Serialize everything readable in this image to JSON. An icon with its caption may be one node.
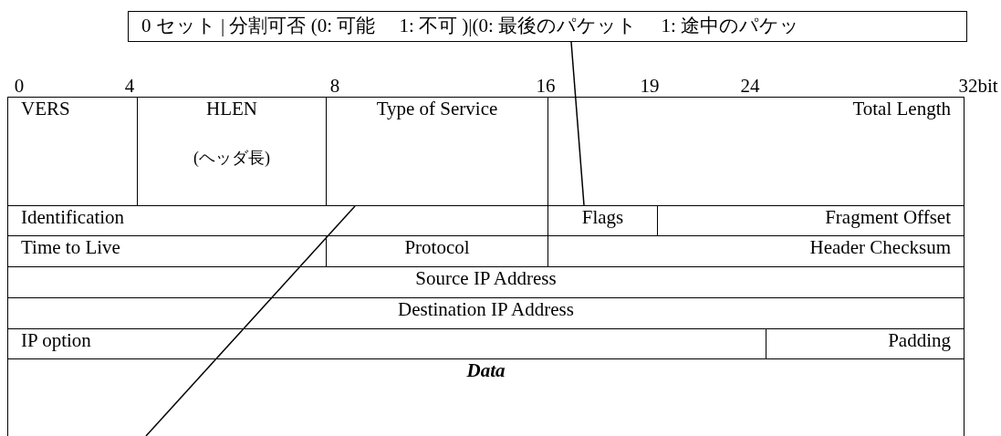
{
  "diagram": {
    "nodes": [
      {
        "text": [
          "0 セット | 分割可否 (0: 可能　 1: 不可 )|(0: 最後のパケット　 1: 途中のパケッ"
        ]
      },
      {
        "text": [
          "VERS"
        ]
      },
      {
        "text": [
          "HLEN",
          "(ヘッダ長)"
        ]
      },
      {
        "text": [
          "Type of Service"
        ]
      },
      {
        "text": [
          "Total Length"
        ]
      },
      {
        "text": [
          "Identification"
        ]
      },
      {
        "text": [
          "Flags"
        ]
      },
      {
        "text": [
          "Fragment Offset"
        ]
      },
      {
        "text": [
          "Time to Live"
        ]
      },
      {
        "text": [
          "Protocol"
        ]
      },
      {
        "text": [
          "Header Checksum"
        ]
      },
      {
        "text": [
          "Source IP Address"
        ]
      },
      {
        "text": [
          "Destination IP Address"
        ]
      },
      {
        "text": [
          "IP option"
        ]
      },
      {
        "text": [
          "Padding"
        ]
      },
      {
        "text": [
          "Data"
        ]
      }
    ],
    "edges": [
      {
        "from": 0,
        "to": 6,
        "arrow": "none"
      },
      {
        "from": 3,
        "to": 15,
        "arrow": "none"
      }
    ],
    "labels": [
      "0",
      "4",
      "8",
      "16",
      "19",
      "24",
      "32bit"
    ]
  }
}
